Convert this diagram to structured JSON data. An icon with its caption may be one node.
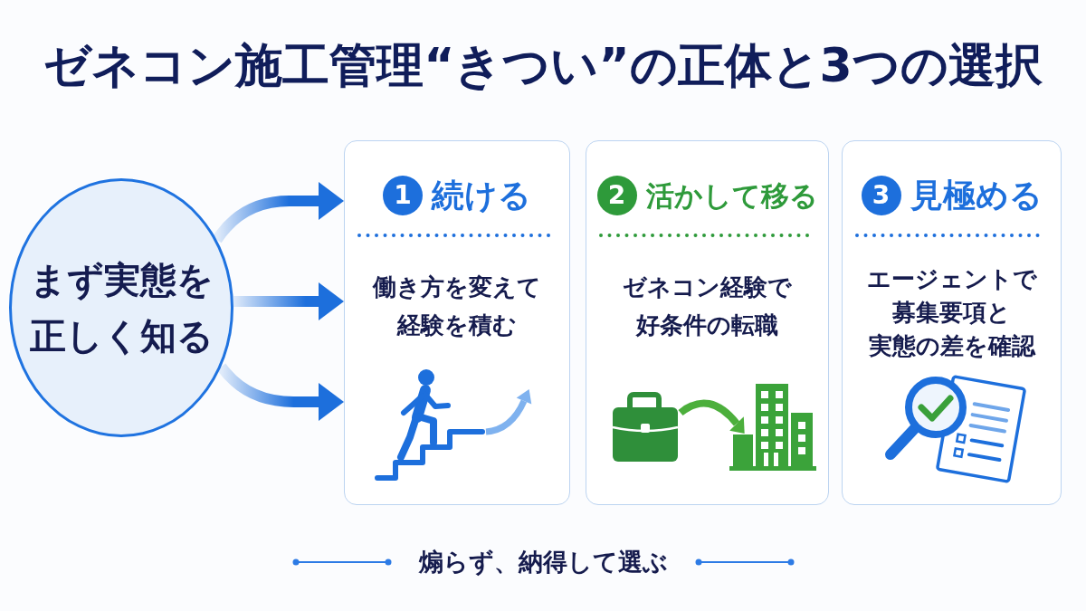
{
  "diagram": {
    "title": "ゼネコン施工管理“きつい”の正体と3つの選択",
    "caption": "煽らず、納得して選ぶ",
    "nodes": [
      {
        "text": [
          "まず実態を正しく知る"
        ]
      },
      {
        "text": [
          "1",
          "続ける",
          "働き方を変えて経験を積む"
        ]
      },
      {
        "text": [
          "2",
          "活かして移る",
          "ゼネコン経験で好条件の転職"
        ]
      },
      {
        "text": [
          "3",
          "見極める",
          "エージェントで募集要項と実態の差を確認"
        ]
      }
    ],
    "edges": [
      {
        "from": 0,
        "to": 1,
        "arrow": "to"
      },
      {
        "from": 0,
        "to": 1,
        "arrow": "to"
      },
      {
        "from": 0,
        "to": 1,
        "arrow": "to"
      }
    ]
  }
}
